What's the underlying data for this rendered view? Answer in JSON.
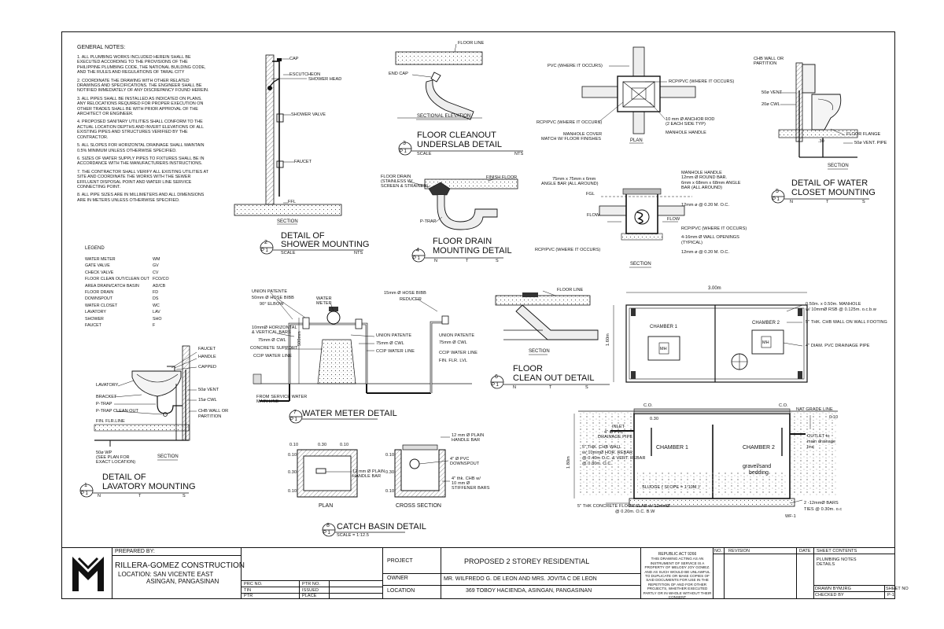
{
  "general_notes": {
    "title": "GENERAL NOTES:",
    "items": [
      "1.  ALL PLUMBING WORKS INCLUDED HEREIN SHALL BE EXECUTED ACCORDING TO THE PROVISIONS OF THE PHILIPPINE PLUMBING CODE, THE NATIONAL BUILDING CODE, AND THE RULES AND REGULATIONS OF TARAL CITY",
      "2.  COORDINATE THE DRAWING WITH OTHER RELATED DRAWINGS AND SPECIFICATIONS. THE ENGINEER SHALL BE NOTIFIED IMMEDIATELY OF ANY DISCREPANCY FOUND HEREIN.",
      "3.  ALL PIPES SHALL BE INSTALLED AS INDICATED ON PLANS. ANY RELOCATIONS REQUIRED FOR PROPER EXECUTION ON OTHER TRADES SHALL BE WITH PRIOR APPROVAL OF THE ARCHITECT OR ENGINEER.",
      "4.  PROPOSED SANITARY UTILITIES SHALL CONFORM TO THE ACTUAL LOCATION DEPTHS AND INVERT ELEVATIONS OF ALL EXISTING PIPES AND STRUCTURES VERIFIED BY THE CONTRACTOR.",
      "5.  ALL SLOPES FOR HORIZONTAL DRAINAGE SHALL MAINTAIN 0.5% MINIMUM UNLESS OTHERWISE SPECIFIED.",
      "6.  SIZES OF WATER SUPPLY PIPES TO FIXTURES SHALL BE IN ACCORDANCE WITH THE MANUFACTURERS INSTRUCTIONS.",
      "7.  THE CONTRACTOR SHALL VERIFY ALL EXISTING UTILITIES AT SITE AND COORDINATE THE WORKS WITH THE SEWER EFFLUENT DISPOSAL POINT AND WATER LINE SERVICE CONNECTING POINT.",
      "8.  ALL PIPE SIZES ARE IN MILLIMETERS AND ALL DIMENSIONS ARE IN METERS UNLESS OTHERWISE SPECIFIED."
    ]
  },
  "legend": {
    "title": "LEGEND",
    "rows": [
      {
        "name": "WATER METER",
        "code": "WM"
      },
      {
        "name": "GATE VALVE",
        "code": "GV"
      },
      {
        "name": "CHECK VALVE",
        "code": "CV"
      },
      {
        "name": "FLOOR CLEAN OUT/CLEAN OUT",
        "code": "FCO/CO"
      },
      {
        "name": "AREA DRAIN/CATCH BASIN",
        "code": "AD/CB"
      },
      {
        "name": "FLOOR DRAIN",
        "code": "FD"
      },
      {
        "name": "DOWNSPOUT",
        "code": "DS"
      },
      {
        "name": "WATER CLOSET",
        "code": "WC"
      },
      {
        "name": "LAVATORY",
        "code": "LAV"
      },
      {
        "name": "SHOWER",
        "code": "SHO"
      },
      {
        "name": "FAUCET",
        "code": "F"
      }
    ]
  },
  "details": {
    "shower": {
      "num": "2",
      "sheet": "P 1",
      "title": "DETAIL OF",
      "title2": "SHOWER MOUNTING",
      "scale": "SCALE",
      "nts": "NTS",
      "section": "SECTION",
      "labels": {
        "cap": "CAP",
        "escutcheon": "ESCUTCHEON",
        "head": "SHOWER HEAD",
        "valve": "SHOWER VALVE",
        "faucet": "FAUCET",
        "ffl": "FFL"
      }
    },
    "cleanout_underslab": {
      "num": "3",
      "sheet": "P 1",
      "title": "FLOOR CLEANOUT",
      "title2": "UNDERSLAB DETAIL",
      "scale": "SCALE",
      "nts": "NTS",
      "section": "SECTIONAL ELEVATION",
      "labels": {
        "floor_line": "FLOOR LINE",
        "end_cap": "END CAP"
      }
    },
    "floor_drain": {
      "num": "4",
      "sheet": "P 1",
      "title": "FLOOR DRAIN",
      "title2": "MOUNTING DETAIL",
      "n": "N",
      "t": "T",
      "s": "S",
      "labels": {
        "fd": "FLOOR DRAIN",
        "fd2": "(STAINLESS W/",
        "fd3": "SCREEN & STRAINER)",
        "finish": "FINISH FLOOR",
        "ptrap": "P-TRAP"
      }
    },
    "manhole": {
      "plan": "PLAN",
      "section": "SECTION",
      "labels": {
        "pvc": "PVC (WHERE IT OCCURS)",
        "rcp1": "RCP/PVC (WHERE IT OCCURS)",
        "rcp2": "RCP/PVC (WHERE IT OCCURS)",
        "rod": "10 mm Ø ANCHOR ROD",
        "rod2": "(2 EACH SIDE TYP)",
        "cover": "MANHOLE COVER",
        "cover2": "MATCH W/ FLOOR FINISHES",
        "handle": "MANHOLE HANDLE",
        "angle": "75mm x 75mm x 6mm",
        "angle2": "ANGLE BAR (ALL AROUND)",
        "mh_handle": "MANHOLE HANDLE",
        "round": "12mm Ø ROUND BAR.",
        "angle3": "6mm x 68mm x 68mm ANGLE",
        "angle4": "BAR (ALL AROUND)",
        "fgl": "FGL",
        "flow1": "FLOW",
        "flow2": "FLOW",
        "rod12": "12mm ø @ 0.20 M. O.C.",
        "rcp3": "RCP/PVC (WHERE IT OCCURS)",
        "openings": "4-16mm Ø WALL OPENINGS",
        "typical": "(TYPICAL)",
        "rcp4": "RCP/PVC (WHERE IT OCCURS)",
        "rod12b": "12mm ø @ 0.20 M. O.C."
      }
    },
    "water_closet": {
      "num": "5",
      "sheet": "P 1",
      "title": "DETAIL OF WATER",
      "title2": "CLOSET MOUNTING",
      "n": "N",
      "t": "T",
      "s": "S",
      "section": "SECTION",
      "labels": {
        "chb": "CHB WALL OR",
        "chb2": "PARTITION",
        "vent": "50ø VENT",
        "cwl": "20ø CWL",
        "flange": "FLOOR FLANGE",
        "vpipe": "50ø VENT. PIPE",
        "dim": ".30"
      }
    },
    "lavatory": {
      "num": "1",
      "sheet": "P 1",
      "title": "DETAIL OF",
      "title2": "LAVATORY MOUNTING",
      "n": "N",
      "t": "T",
      "s": "S",
      "section": "SECTION",
      "labels": {
        "faucet": "FAUCET",
        "handle": "HANDLE",
        "capped": "CAPPED",
        "lavatory": "LAVATORY",
        "vent": "50ø VENT",
        "cwl": "15ø CWL",
        "bracket": "BRACKET",
        "ptrap": "P-TRAP",
        "co": "P-TRAP CLEAN OUT",
        "chb": "CHB WALL OR",
        "chb2": "PARTITION",
        "ffl": "FIN. FLR.LINE",
        "wp": "50ø WP",
        "wp2": "(SEE PLAN FOR",
        "wp3": "EXACT LOCATION)"
      }
    },
    "water_meter": {
      "num": "7",
      "sheet": "P 1",
      "title": "WATER METER DETAIL",
      "labels": {
        "union": "UNION PATENTE",
        "hose": "50mm Ø HOSE BIBB",
        "elbow": "90° ELBOW",
        "meter": "WATER",
        "meter2": "METER",
        "bars": "10mmØ HORIZONTAL",
        "bars2": "& VERTICAL BARS",
        "cwl": "75mm Ø CWL",
        "support": "CONCRETE SUPPORT",
        "ccip": "CCIP WATER LINE",
        "from": "FROM SERVICE WATER",
        "from2": "MAIN LINE",
        "dim": "500mm",
        "union2": "UNION PATENTE",
        "cwl2": "75mm Ø CWL",
        "ccip2": "CCIP WATER LINE",
        "hose2": "15mm Ø HOSE BIBB",
        "reducer": "REDUCER",
        "union3": "UNION PATENTE",
        "cwl3": "75mm Ø CWL",
        "ccip3": "CCIP WATER LINE",
        "fin": "FIN. FLR. LVL"
      }
    },
    "floor_cleanout": {
      "num": "6",
      "sheet": "P 1",
      "title": "FLOOR",
      "title2": "CLEAN OUT DETAIL",
      "n": "N",
      "t": "T",
      "s": "S",
      "section": "SECTION",
      "labels": {
        "floor_line": "FLOOR LINE"
      }
    },
    "catch_basin": {
      "num": "8",
      "sheet": "P 1",
      "title": "CATCH BASIN DETAIL",
      "scale": "SCALE = 1:12.5",
      "plan": "PLAN",
      "cross": "CROSS SECTION",
      "labels": {
        "d010": "0.10",
        "d030": "0.30",
        "bar": "12 mm Ø PLAIN",
        "bar2": "HANDLE BAR",
        "bar3": "12 mm Ø PLAIN",
        "bar4": "HANDLE BAR",
        "pvc": "4\" Ø PVC",
        "pvc2": "DOWNSPOUT",
        "chb": "4\" thk. CHB w/",
        "chb2": "10 mm Ø",
        "chb3": "STIFFENER BARS"
      }
    },
    "septic": {
      "labels": {
        "width": "3.00m",
        "height": "1.60m",
        "ch1": "CHAMBER 1",
        "ch2": "CHAMBER 2",
        "mh1": "MH",
        "mh2": "MH",
        "manhole": "0.50m. x 0.50m. MANHOLE",
        "manhole2": "w/ 10mmØ RSB @ 0.125m. o.c.b.w",
        "footing": "5\" THK. CHB WALL ON WALL FOOTING",
        "pipe": "4\" DIAM. PVC DRAINAGE PIPE",
        "sch1": "CHAMBER 1",
        "sch2": "CHAMBER 2",
        "gravel": "gravel/sand",
        "gravel2": "bedding",
        "inlet": "INLET",
        "pvc": "4\" Ø PVC",
        "pvc2": "DRAINAGE PIPE",
        "outlet": "OUTLET to",
        "outlet2": "main drainage",
        "outlet3": "line",
        "wall": "5\" THK. CHB WALL",
        "wall2": "w/ 10mmØ HOR. REBAR",
        "wall3": "@ 0.40m O.C. & VERT. REBAR",
        "wall4": "@ 0.80m. O.C.",
        "sludge": "SLUDGE ( SLOPE = 1:10M )",
        "slab": "5\" THK CONCRETE FLOOR SLAB w/ 12mmØ",
        "slab2": "@ 0.20m. O.C. B.W",
        "bars": "2 -12mmØ BARS",
        "ties": "TIES @ 0.30m. o.c",
        "co1": "C.O.",
        "co2": "C.O.",
        "nat": "NAT GRADE LINE",
        "d180": "1.80m",
        "d030": "0.30",
        "d010": "0.10",
        "wf": "WF-1"
      }
    }
  },
  "title_block": {
    "prepared_by": "PREPARED BY:",
    "company": "RILLERA-GOMEZ CONSTRUCTION",
    "location1": "LOCATION: SAN VICENTE EAST",
    "location2": "ASINGAN, PANGASINAN",
    "prc": "PRC NO.",
    "ptr_no": "PTR NO.",
    "tin": "TIN",
    "issued": "ISSUED",
    "ptr": "PTR",
    "place": "PLACE",
    "project_label": "PROJECT",
    "project": "PROPOSED 2 STOREY RESIDENTIAL",
    "owner_label": "OWNER",
    "owner": "MR. WILFREDO G. DE LEON AND MRS. JOVITA C DE LEON",
    "location_label": "LOCATION",
    "location": "369 TOBOY HACIENDA, ASINGAN, PANGASINAN",
    "ra_title": "REPUBLIC ACT 9266",
    "ra_text": "THIS DRAWING ACTING AS AN INSTRUMENT OF SERVICE IS A PROPERTY OF MELODY JOY GOMEZ. AND AS SUCH WOULD BE UNLAWFUL TO DUPLICATE OR MAKE COPIES OF SAID DOCUMENTS FOR USE IN THE REPETITION OF AND FOR OTHER PROJECTS, WHETHER EXECUTED PARTLY OR IN WHOLE WITHOUT THEIR CONSENT",
    "no": "NO.",
    "revision": "REVISION",
    "date": "DATE",
    "sheet_contents": "SHEET CONTENTS",
    "contents1": "PLUMBING NOTES",
    "contents2": "DETAILS",
    "drawn_by": "DRAWN BY",
    "drawn_val": "MJRG",
    "checked_by": "CHECKED BY",
    "sheet_no": "SHEET NO",
    "sheet_val": "P-1"
  }
}
